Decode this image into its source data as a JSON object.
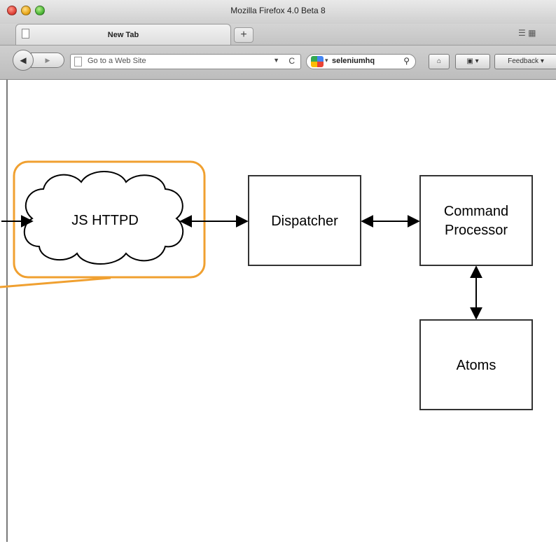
{
  "window": {
    "title": "Mozilla Firefox 4.0 Beta 8"
  },
  "tabs": [
    {
      "label": "New Tab"
    }
  ],
  "newtab_label": "+",
  "toolbar": {
    "url_placeholder": "Go to a Web Site",
    "search_value": "seleniumhq",
    "feedback_label": "Feedback"
  },
  "diagram": {
    "nodes": [
      {
        "id": "js-httpd",
        "label": "JS HTTPD",
        "shape": "cloud",
        "highlighted": true,
        "highlight_color": "#f0a030"
      },
      {
        "id": "dispatcher",
        "label": "Dispatcher",
        "shape": "box"
      },
      {
        "id": "command-processor",
        "label_lines": [
          "Command",
          "Processor"
        ],
        "shape": "box"
      },
      {
        "id": "atoms",
        "label": "Atoms",
        "shape": "box"
      }
    ],
    "edges": [
      {
        "from": "outside",
        "to": "js-httpd",
        "direction": "forward"
      },
      {
        "from": "js-httpd",
        "to": "dispatcher",
        "direction": "both"
      },
      {
        "from": "dispatcher",
        "to": "command-processor",
        "direction": "both"
      },
      {
        "from": "command-processor",
        "to": "atoms",
        "direction": "both"
      }
    ]
  }
}
